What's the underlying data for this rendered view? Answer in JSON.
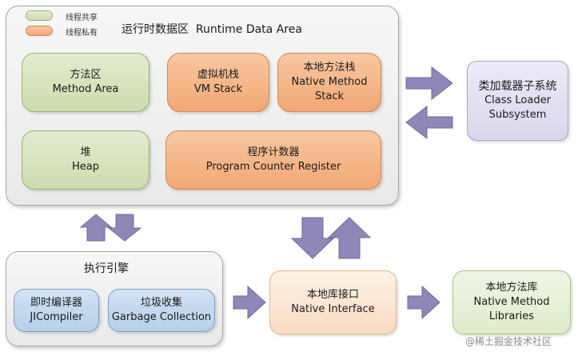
{
  "legend": {
    "shared": {
      "label": "线程共享",
      "color": "#cddcae"
    },
    "private": {
      "label": "线程私有",
      "color": "#f2a774"
    }
  },
  "runtime_area": {
    "title": "运行时数据区  Runtime Data Area",
    "method_area": {
      "zh": "方法区",
      "en": "Method Area"
    },
    "vm_stack": {
      "zh": "虚拟机栈",
      "en": "VM Stack"
    },
    "native_stack": {
      "zh": "本地方法栈",
      "en1": "Native Method",
      "en2": "Stack"
    },
    "heap": {
      "zh": "堆",
      "en": "Heap"
    },
    "pc_register": {
      "zh": "程序计数器",
      "en": "Program Counter Register"
    }
  },
  "class_loader": {
    "zh": "类加载器子系统",
    "en1": "Class Loader",
    "en2": "Subsystem"
  },
  "execution_engine": {
    "title": "执行引擎",
    "jit": {
      "zh": "即时编译器",
      "en": "JICompiler"
    },
    "gc": {
      "zh": "垃圾收集",
      "en": "Garbage Collection"
    }
  },
  "native_interface": {
    "zh": "本地库接口",
    "en": "Native Interface"
  },
  "native_libraries": {
    "zh": "本地方法库",
    "en1": "Native Method",
    "en2": "Libraries"
  },
  "watermark": "@稀土掘金技术社区",
  "arrow_color": "#8e88b8"
}
